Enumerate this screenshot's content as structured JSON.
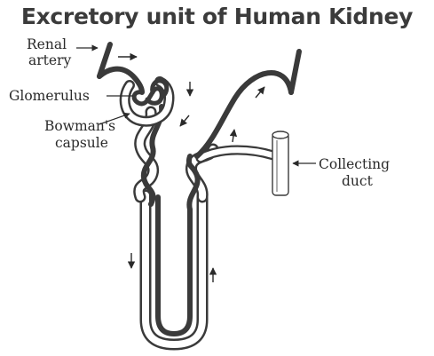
{
  "title": "Excretory unit of Human Kidney",
  "labels": {
    "renal_artery_line1": "Renal",
    "renal_artery_line2": "artery",
    "glomerulus": "Glomerulus",
    "bowmans_line1": "Bowman's",
    "bowmans_line2": "capsule",
    "collecting_line1": "Collecting",
    "collecting_line2": "duct"
  },
  "colors": {
    "vessel": "#3a3a3a",
    "tubule_outline": "#3a3a3a",
    "tubule_fill": "#ffffff",
    "text": "#2a2a2a",
    "title": "#3b3b3b"
  }
}
